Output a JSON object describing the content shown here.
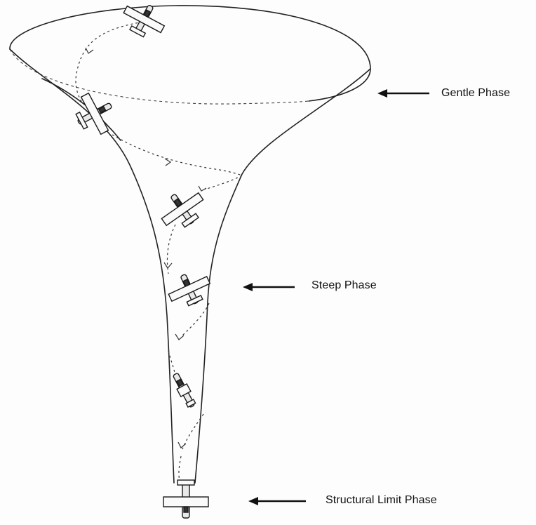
{
  "labels": {
    "gentle": "Gentle Phase",
    "steep": "Steep Phase",
    "structural": "Structural Limit Phase"
  },
  "icons": {
    "airplane": "airplane-icon",
    "pointer": "left-arrow-icon"
  },
  "colors": {
    "ink": "#111111",
    "background": "#ffffff"
  }
}
